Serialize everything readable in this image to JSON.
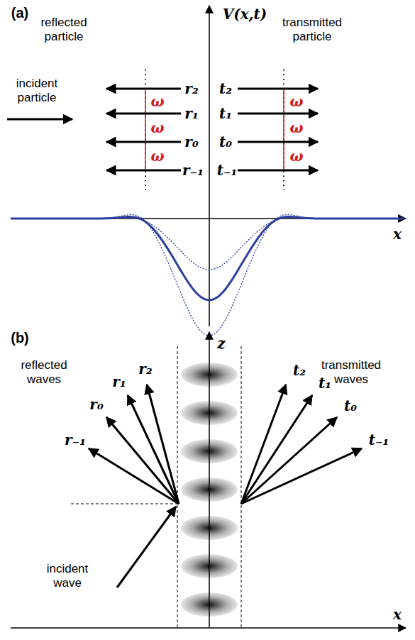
{
  "diagram": {
    "labels": [
      "(a)",
      "V(x,t)",
      "reflected particle",
      "transmitted particle",
      "incident particle",
      "r₂",
      "r₁",
      "r₀",
      "r₋₁",
      "t₂",
      "t₁",
      "t₀",
      "t₋₁",
      "ω",
      "ω",
      "ω",
      "ω",
      "ω",
      "ω",
      "x",
      "(b)",
      "z",
      "reflected waves",
      "transmitted waves",
      "r₋₁",
      "r₀",
      "r₁",
      "r₂",
      "t₂",
      "t₁",
      "t₀",
      "t₋₁",
      "incident wave",
      "x"
    ]
  }
}
